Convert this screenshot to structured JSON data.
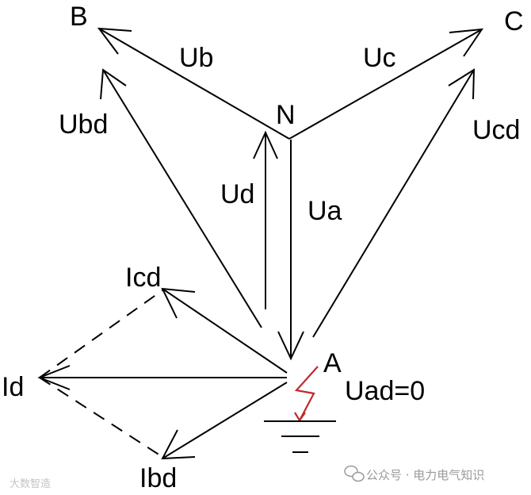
{
  "labels": {
    "B": "B",
    "C": "C",
    "N": "N",
    "A": "A",
    "Ub": "Ub",
    "Uc": "Uc",
    "Ubd": "Ubd",
    "Ucd": "Ucd",
    "Ud": "Ud",
    "Ua": "Ua",
    "Icd": "Icd",
    "Id": "Id",
    "Ibd": "Ibd",
    "Uad": "Uad=0"
  },
  "watermarks": {
    "official_account": "公众号 · 电力电气知识",
    "corner": "大数智造"
  },
  "colors": {
    "lines": "#000000",
    "fault_bolt": "#c0282d",
    "watermark": "#9a9a9a"
  },
  "icons": {
    "fault": "lightning-bolt-icon",
    "ground": "ground-symbol-icon",
    "wechat": "wechat-icon"
  }
}
